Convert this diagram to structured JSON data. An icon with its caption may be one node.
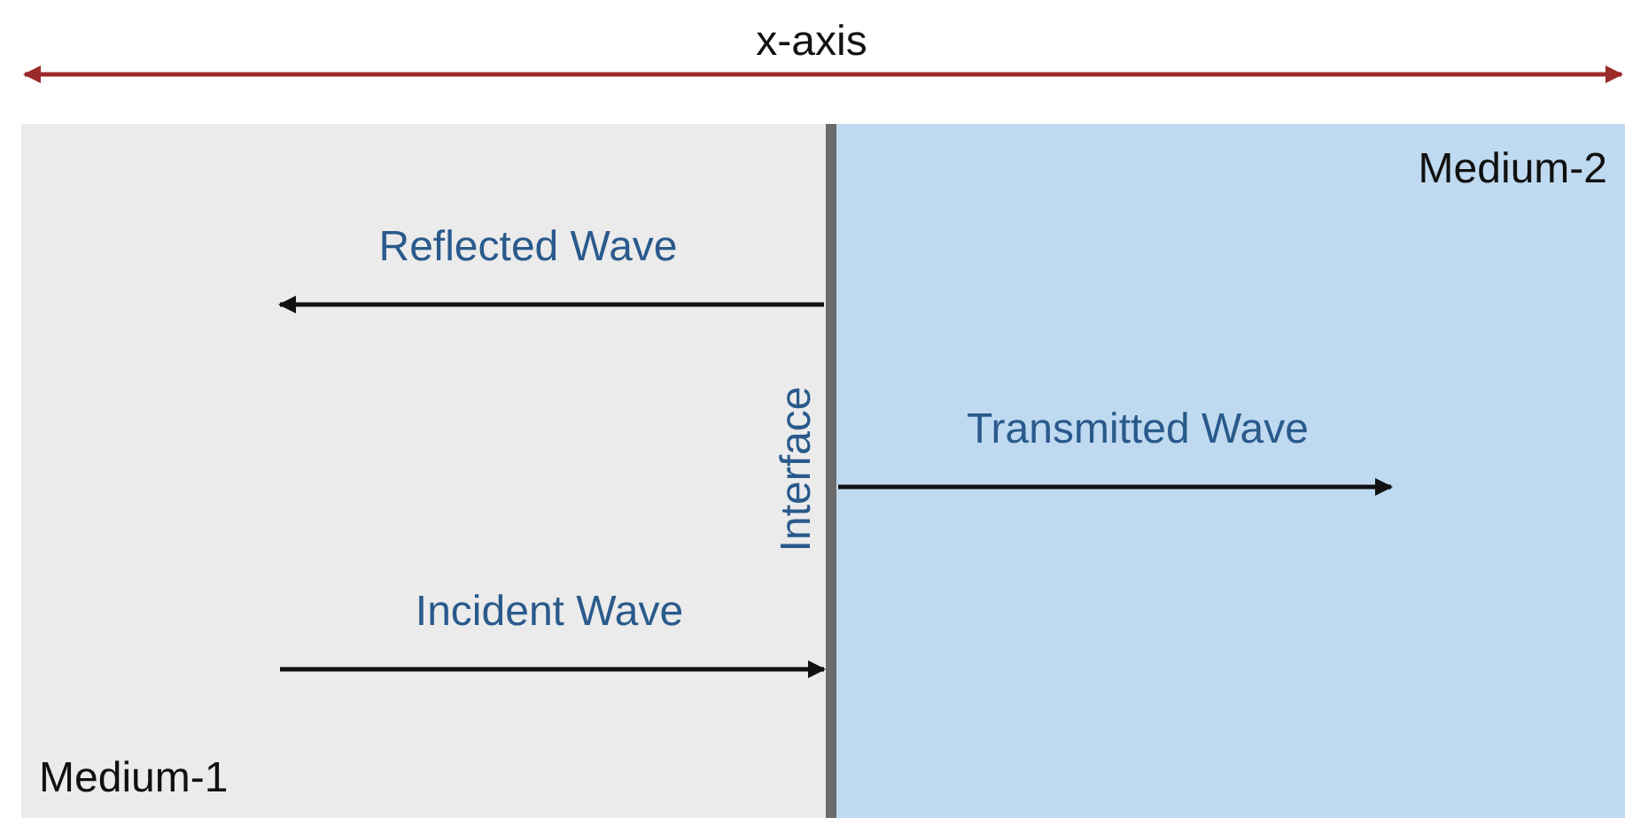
{
  "diagram": {
    "nodes": [
      {
        "text": [
          "Medium-1"
        ]
      },
      {
        "text": [
          "Medium-2"
        ]
      },
      {
        "text": [
          "Interface"
        ]
      }
    ],
    "edges": [
      {
        "from": 0,
        "to": 2,
        "arrow": "to",
        "label": "Incident Wave"
      },
      {
        "from": 2,
        "to": 0,
        "arrow": "to",
        "label": "Reflected Wave"
      },
      {
        "from": 2,
        "to": 1,
        "arrow": "to",
        "label": "Transmitted Wave"
      }
    ],
    "labels": [
      "x-axis"
    ]
  }
}
